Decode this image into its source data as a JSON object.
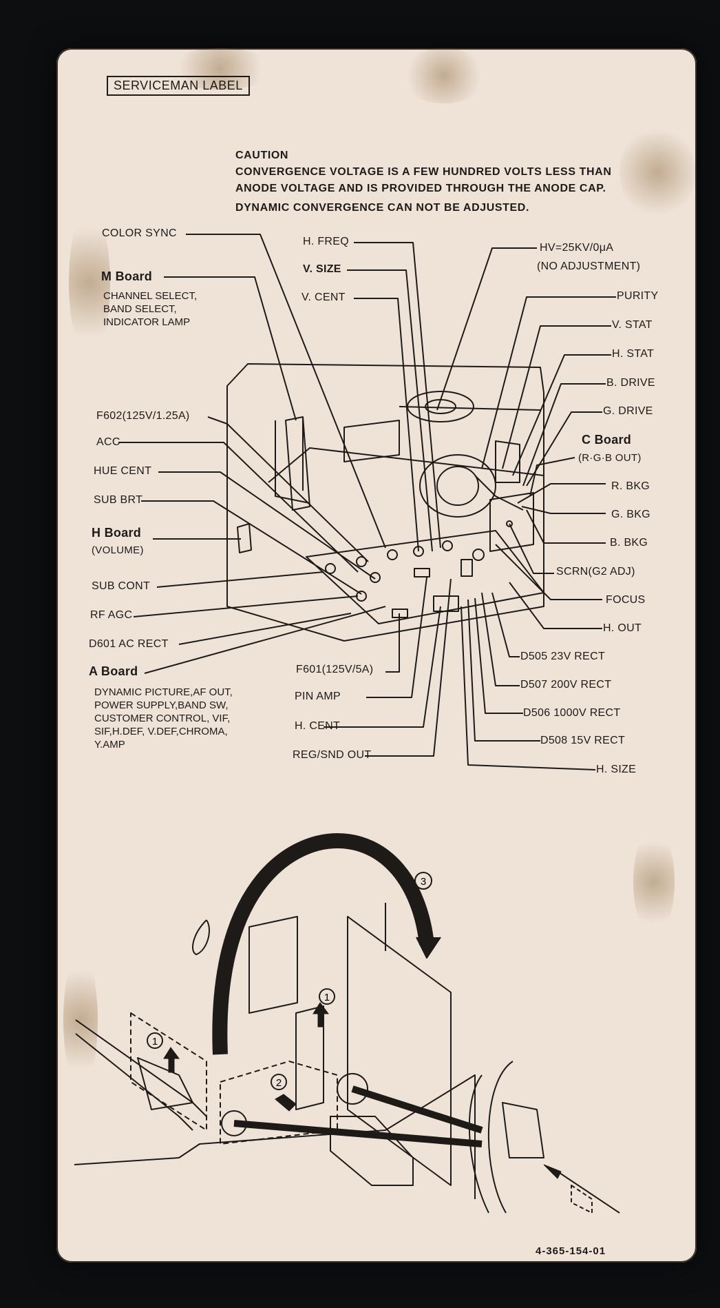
{
  "header": {
    "title": "SERVICEMAN LABEL"
  },
  "caution": {
    "title": "CAUTION",
    "line1": "CONVERGENCE VOLTAGE IS A FEW HUNDRED VOLTS LESS THAN",
    "line2": "ANODE VOLTAGE AND IS PROVIDED THROUGH THE ANODE CAP.",
    "line3": "DYNAMIC CONVERGENCE CAN NOT BE ADJUSTED."
  },
  "left_labels": {
    "color_sync": "COLOR SYNC",
    "m_board": "M Board",
    "m_board_desc": [
      "CHANNEL SELECT,",
      "BAND SELECT,",
      "INDICATOR LAMP"
    ],
    "f602": "F602(125V/1.25A)",
    "acc": "ACC",
    "hue_cent": "HUE CENT",
    "sub_brt": "SUB BRT",
    "h_board": "H Board",
    "h_board_desc": "(VOLUME)",
    "sub_cont": "SUB CONT",
    "rf_agc": "RF AGC",
    "d601": "D601 AC RECT",
    "a_board": "A Board",
    "a_board_desc": [
      "DYNAMIC PICTURE,AF OUT,",
      "POWER SUPPLY,BAND SW,",
      "CUSTOMER CONTROL, VIF,",
      "SIF,H.DEF, V.DEF,CHROMA,",
      "Y.AMP"
    ]
  },
  "center_labels": {
    "h_freq": "H. FREQ",
    "v_size": "V. SIZE",
    "v_cent": "V. CENT",
    "f601": "F601(125V/5A)",
    "pin_amp": "PIN AMP",
    "h_cent": "H. CENT",
    "reg_snd": "REG/SND OUT"
  },
  "right_labels": {
    "hv": "HV=25KV/0μA",
    "hv_note": "(NO ADJUSTMENT)",
    "purity": "PURITY",
    "v_stat": "V. STAT",
    "h_stat": "H. STAT",
    "b_drive": "B. DRIVE",
    "g_drive": "G. DRIVE",
    "c_board": "C Board",
    "c_board_desc": "(R·G·B OUT)",
    "r_bkg": "R. BKG",
    "g_bkg": "G. BKG",
    "b_bkg": "B. BKG",
    "scrn": "SCRN(G2 ADJ)",
    "focus": "FOCUS",
    "h_out": "H. OUT",
    "d505": "D505 23V RECT",
    "d507": "D507 200V RECT",
    "d506": "D506 1000V RECT",
    "d508": "D508 15V RECT",
    "h_size": "H. SIZE"
  },
  "steps": {
    "one_a": "1",
    "one_b": "1",
    "two": "2",
    "three": "3"
  },
  "part_number": "4-365-154-01",
  "colors": {
    "card": "#efe3d8",
    "ink": "#1d1a18",
    "background": "#0d0e10",
    "stain": "#8c693c"
  }
}
